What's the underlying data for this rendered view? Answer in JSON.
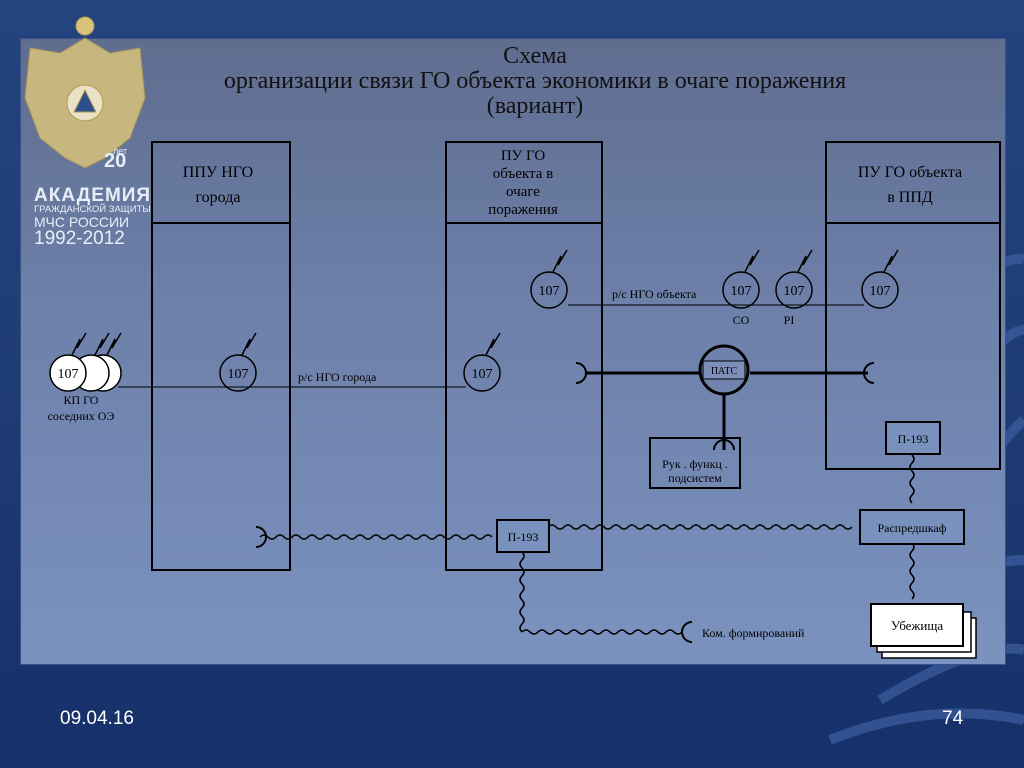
{
  "title": {
    "line1": "Схема",
    "line2": "организации связи ГО объекта экономики в очаге поражения",
    "line3": "(вариант)"
  },
  "logo": {
    "years": "20",
    "years_word": "лет",
    "line1": "АКАДЕМИЯ",
    "line2": "ГРАЖДАНСКОЙ ЗАЩИТЫ",
    "line3": "МЧС РОССИИ",
    "line4": "1992-2012"
  },
  "diagram": {
    "box_ppu_ngo": [
      "ППУ НГО",
      "города"
    ],
    "box_pu_go_ochag": [
      "ПУ ГО",
      "объекта в",
      "очаге",
      "поражения"
    ],
    "box_pu_go_ppd": [
      "ПУ ГО объекта",
      "в ППД"
    ],
    "radio_label": "107",
    "line_rs_ngo_goroda": "р/с НГО города",
    "line_rs_ngo_obekta": "р/с НГО объекта",
    "label_co": "СО",
    "label_pi": "PI",
    "kp_go": [
      "КП ГО",
      "соседних ОЭ"
    ],
    "pats": "ПАТС",
    "ruk_funk": [
      "Рук . функц .",
      "подсистем"
    ],
    "p193": "П-193",
    "raspredshkaf": "Распредшкаф",
    "ubezhishcha": "Убежища",
    "kom_form": "Ком. формирований"
  },
  "footer": {
    "date": "09.04.16",
    "page": "74"
  }
}
